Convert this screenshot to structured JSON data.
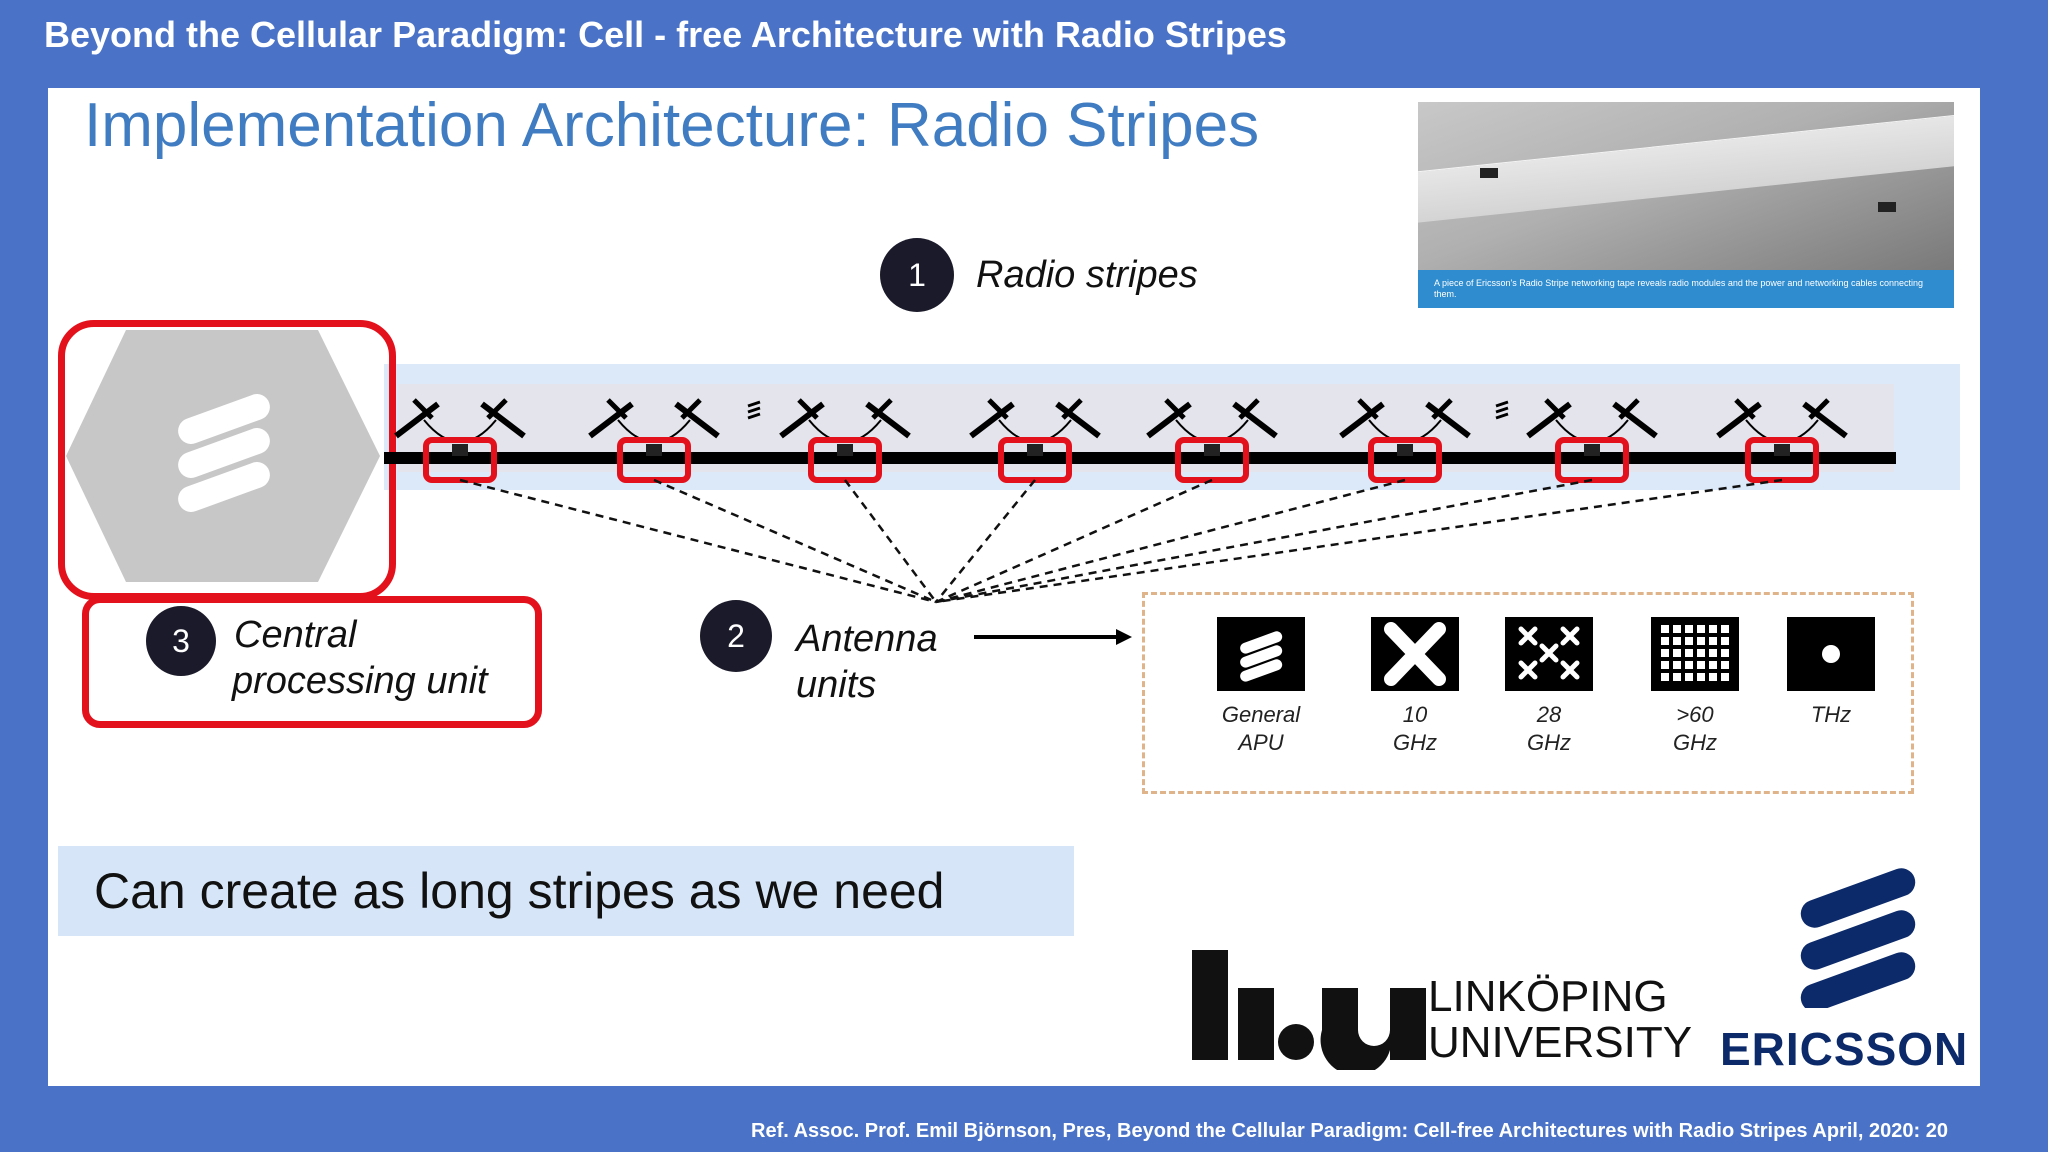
{
  "header": {
    "title": "Beyond the Cellular Paradigm: Cell - free Architecture with Radio Stripes"
  },
  "slide": {
    "title": "Implementation Architecture: Radio Stripes",
    "photo_caption": "A piece of Ericsson's Radio Stripe networking tape reveals radio modules and the power and networking cables connecting them.",
    "steps": [
      {
        "number": "1",
        "label": "Radio stripes"
      },
      {
        "number": "2",
        "label_line1": "Antenna",
        "label_line2": "units"
      },
      {
        "number": "3",
        "label_line1": "Central",
        "label_line2": "processing unit"
      }
    ],
    "frequencies": [
      {
        "line1": "General",
        "line2": "APU",
        "icon": "ericsson-mark-icon"
      },
      {
        "line1": "10",
        "line2": "GHz",
        "icon": "x-icon"
      },
      {
        "line1": "28",
        "line2": "GHz",
        "icon": "grid-x-icon"
      },
      {
        "line1": ">60",
        "line2": "GHz",
        "icon": "dense-grid-icon"
      },
      {
        "line1": "THz",
        "line2": "",
        "icon": "dot-icon"
      }
    ],
    "banner": "Can create as long stripes as we need",
    "logos": {
      "liu_line1": "LINKÖPING",
      "liu_line2": "UNIVERSITY",
      "ericsson": "ERICSSON"
    },
    "colors": {
      "highlight": "#e3111c",
      "title": "#3f7cc2",
      "background": "#4a73c8"
    }
  },
  "footer": {
    "text": "Ref. Assoc. Prof. Emil Björnson, Pres, Beyond the Cellular Paradigm: Cell-free Architectures with Radio Stripes April, 2020: 20"
  }
}
